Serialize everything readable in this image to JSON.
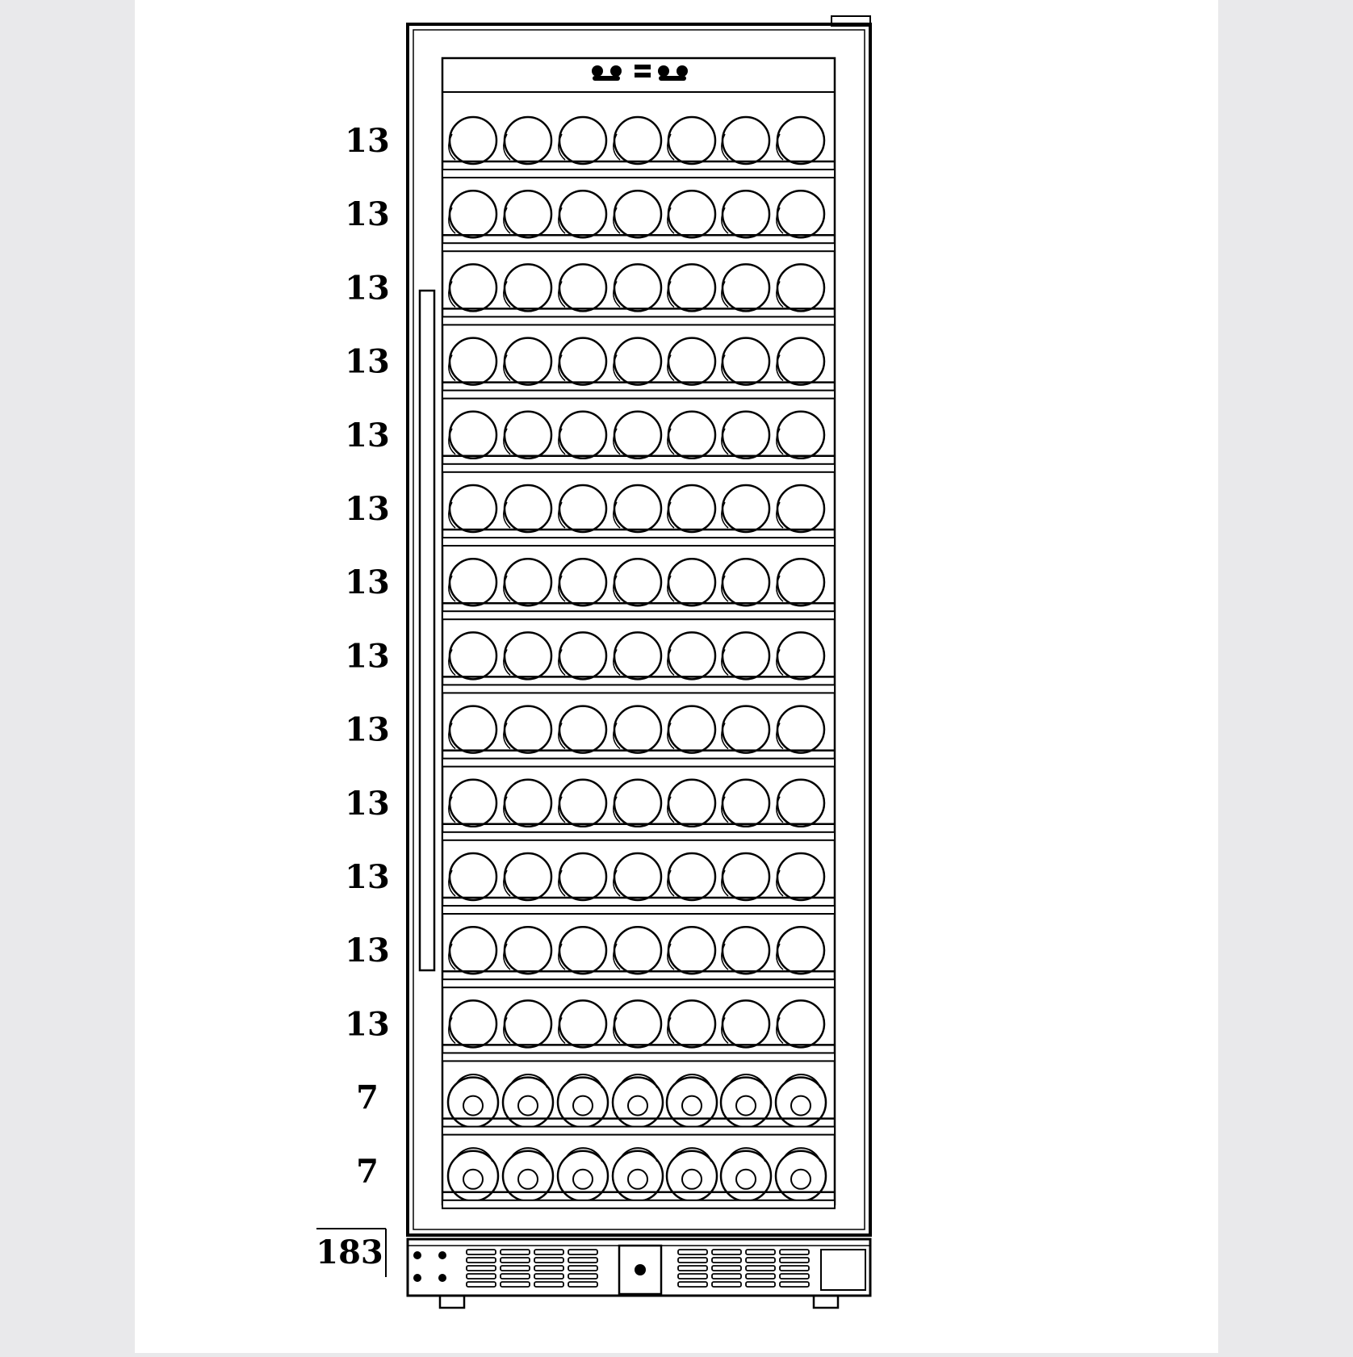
{
  "colors": {
    "background": "#e9e9eb",
    "panel": "#ffffff",
    "line": "#000000"
  },
  "shelves": [
    {
      "count": "13",
      "view": "side"
    },
    {
      "count": "13",
      "view": "side"
    },
    {
      "count": "13",
      "view": "side"
    },
    {
      "count": "13",
      "view": "side"
    },
    {
      "count": "13",
      "view": "side"
    },
    {
      "count": "13",
      "view": "side"
    },
    {
      "count": "13",
      "view": "side"
    },
    {
      "count": "13",
      "view": "side"
    },
    {
      "count": "13",
      "view": "side"
    },
    {
      "count": "13",
      "view": "side"
    },
    {
      "count": "13",
      "view": "side"
    },
    {
      "count": "13",
      "view": "side"
    },
    {
      "count": "13",
      "view": "side"
    },
    {
      "count": "7",
      "view": "front"
    },
    {
      "count": "7",
      "view": "front"
    }
  ],
  "total": {
    "count": "183"
  },
  "icons": {
    "control_panel": "control-panel-icon",
    "bottle_side": "wine-bottle-side-icon",
    "bottle_front": "wine-bottle-end-icon",
    "vent": "vent-grille-icon",
    "power": "power-switch-icon"
  }
}
